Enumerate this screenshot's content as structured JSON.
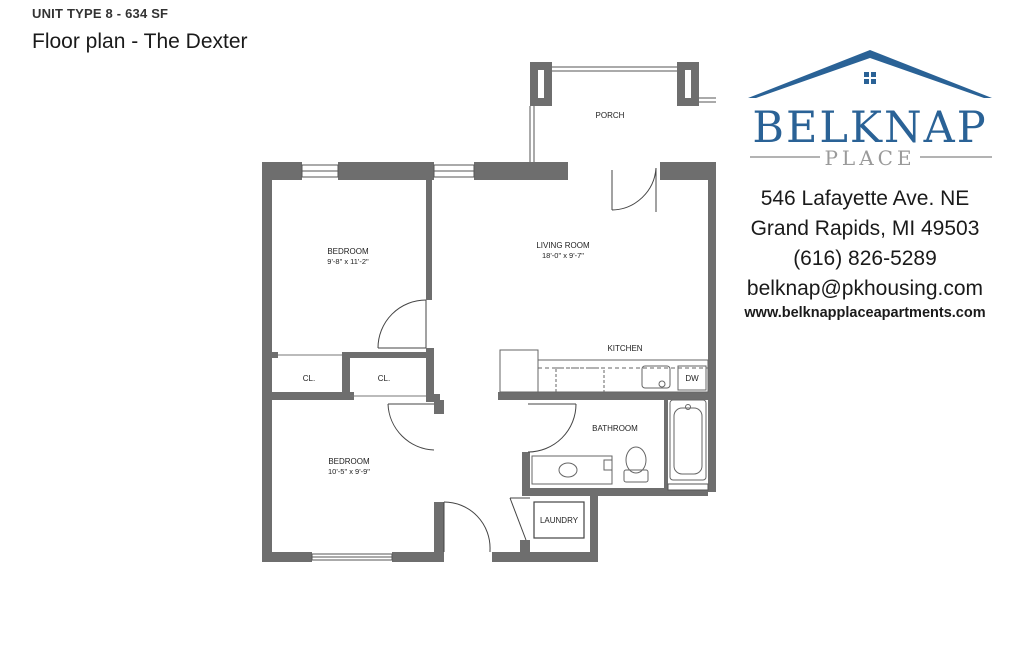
{
  "header": {
    "unit_type": "UNIT TYPE 8 - 634 SF",
    "title": "Floor plan - The Dexter"
  },
  "rooms": {
    "porch": {
      "label": "PORCH"
    },
    "living": {
      "label": "LIVING ROOM",
      "dims": "18'-0\" x 9'-7\""
    },
    "bedroom1": {
      "label": "BEDROOM",
      "dims": "9'-8\" x 11'-2\""
    },
    "bedroom2": {
      "label": "BEDROOM",
      "dims": "10'-5\" x 9'-9\""
    },
    "closet1": {
      "label": "CL."
    },
    "closet2": {
      "label": "CL."
    },
    "kitchen": {
      "label": "KITCHEN"
    },
    "dishwasher": {
      "label": "DW"
    },
    "bathroom": {
      "label": "BATHROOM"
    },
    "laundry": {
      "label": "LAUNDRY"
    }
  },
  "brand": {
    "name": "BELKNAP",
    "subname": "PLACE",
    "primary_color": "#2a6296",
    "accent_color": "#9a9a9a"
  },
  "contact": {
    "address": "546 Lafayette Ave. NE",
    "city": "Grand Rapids, MI 49503",
    "phone": "(616) 826-5289",
    "email": "belknap@pkhousing.com",
    "website": "www.belknapplaceapartments.com"
  }
}
